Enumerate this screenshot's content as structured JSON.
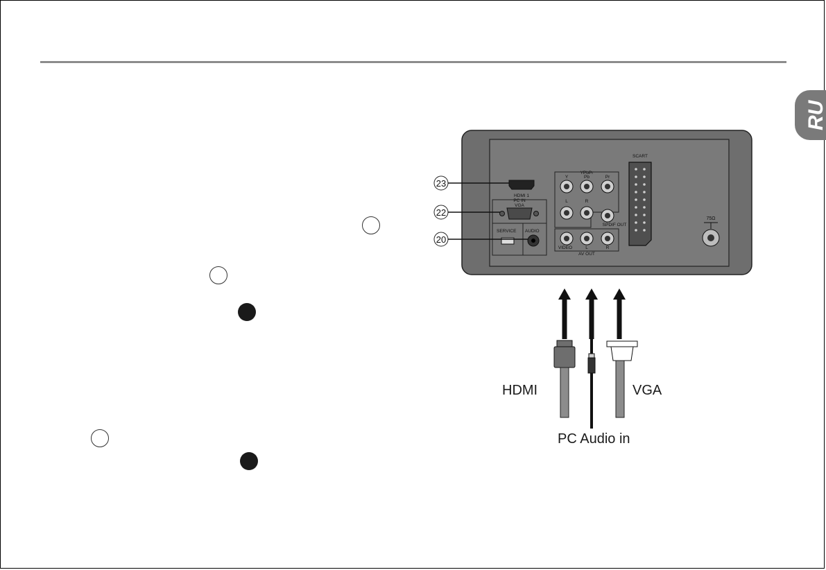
{
  "page": {
    "language_tab": "RU"
  },
  "panel": {
    "callouts": [
      "23",
      "22",
      "20"
    ],
    "ports": {
      "hdmi": "HDMI 1",
      "pc_in": "PC IN",
      "vga": "VGA",
      "service": "SERVICE",
      "audio": "AUDIO",
      "ypbpr": "YPbPr",
      "y": "Y",
      "pb": "Pb",
      "pr": "Pr",
      "l": "L",
      "r": "R",
      "spdif": "SPDIF OUT",
      "video": "VIDEO",
      "av_l": "L",
      "av_r": "R",
      "av_out": "AV OUT",
      "scart": "SCART",
      "antenna": "75Ω"
    }
  },
  "cables": {
    "hdmi": "HDMI",
    "vga": "VGA",
    "audio": "PC Audio in"
  },
  "colors": {
    "panel": "#6e6e6e",
    "rule": "#8c8c8c"
  }
}
